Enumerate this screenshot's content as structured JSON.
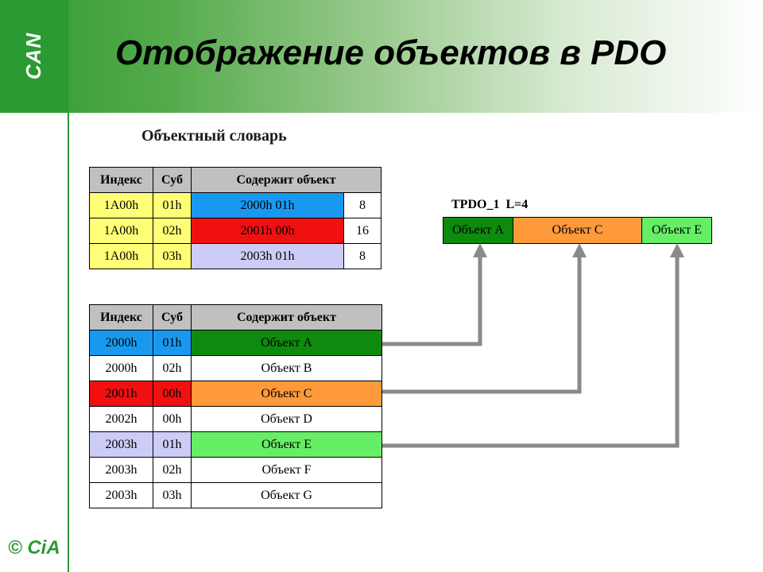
{
  "header": {
    "logo_text": "CAN",
    "title": "Отображение объектов в PDO"
  },
  "dictionary": {
    "title": "Объектный словарь",
    "mapping_table": {
      "headers": [
        "Индекс",
        "Суб",
        "Содержит объект"
      ],
      "rows": [
        {
          "index": "1A00h",
          "sub": "01h",
          "object": "2000h 01h",
          "length": "8",
          "object_color": "#1899ef"
        },
        {
          "index": "1A00h",
          "sub": "02h",
          "object": "2001h 00h",
          "length": "16",
          "object_color": "#f01010"
        },
        {
          "index": "1A00h",
          "sub": "03h",
          "object": "2003h 01h",
          "length": "8",
          "object_color": "#ccccf6"
        }
      ],
      "index_color": "#ffff77"
    },
    "object_table": {
      "headers": [
        "Индекс",
        "Суб",
        "Содержит объект"
      ],
      "rows": [
        {
          "index": "2000h",
          "sub": "01h",
          "object": "Объект A",
          "key_color": "#1899ef",
          "object_color": "#0e8a0e"
        },
        {
          "index": "2000h",
          "sub": "02h",
          "object": "Объект B",
          "key_color": "#ffffff",
          "object_color": "#ffffff"
        },
        {
          "index": "2001h",
          "sub": "00h",
          "object": "Объект C",
          "key_color": "#f01010",
          "object_color": "#ff9a3a"
        },
        {
          "index": "2002h",
          "sub": "00h",
          "object": "Объект D",
          "key_color": "#ffffff",
          "object_color": "#ffffff"
        },
        {
          "index": "2003h",
          "sub": "01h",
          "object": "Объект E",
          "key_color": "#ccccf6",
          "object_color": "#66ee66"
        },
        {
          "index": "2003h",
          "sub": "02h",
          "object": "Объект F",
          "key_color": "#ffffff",
          "object_color": "#ffffff"
        },
        {
          "index": "2003h",
          "sub": "03h",
          "object": "Объект G",
          "key_color": "#ffffff",
          "object_color": "#ffffff"
        }
      ]
    }
  },
  "tpdo": {
    "label": "TPDO_1  L=4",
    "segments": [
      {
        "label": "Объект A",
        "color": "#0e8a0e"
      },
      {
        "label": "Объект C",
        "color": "#ff9a3a"
      },
      {
        "label": "Объект E",
        "color": "#66ee66"
      }
    ]
  },
  "colors": {
    "brand_green": "#2a9a32",
    "arrow_gray": "#8a8a8a",
    "header_gray": "#c0c0c0"
  },
  "footer": {
    "logo_text": "© CiA"
  }
}
